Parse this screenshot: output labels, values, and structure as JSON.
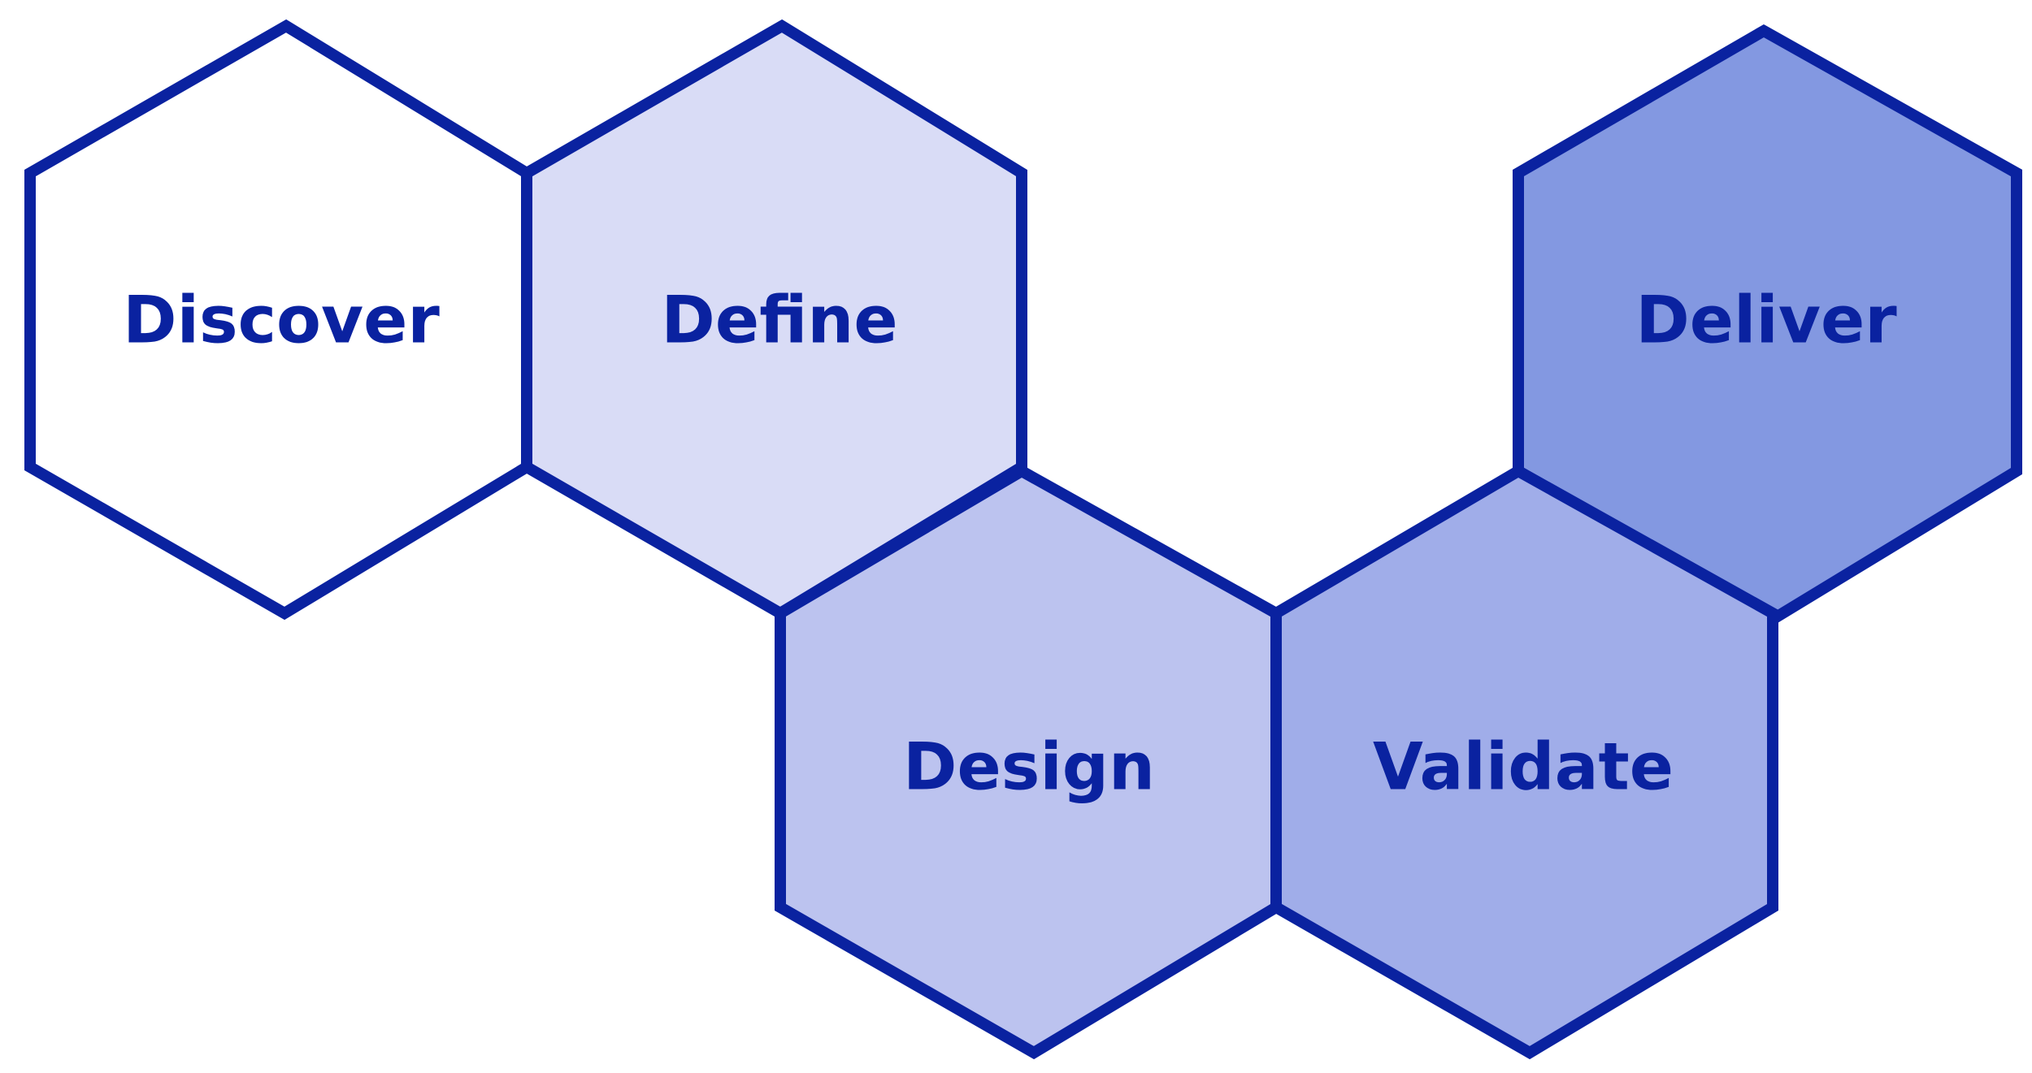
{
  "colors": {
    "stroke": "#0a22a0",
    "label": "#0a22a0"
  },
  "stages": [
    {
      "id": "discover",
      "label": "Discover",
      "fill": "#ffffff"
    },
    {
      "id": "define",
      "label": "Define",
      "fill": "#d9dcf6"
    },
    {
      "id": "design",
      "label": "Design",
      "fill": "#bcc3ef"
    },
    {
      "id": "validate",
      "label": "Validate",
      "fill": "#a0ade9"
    },
    {
      "id": "deliver",
      "label": "Deliver",
      "fill": "#8398e1"
    }
  ]
}
